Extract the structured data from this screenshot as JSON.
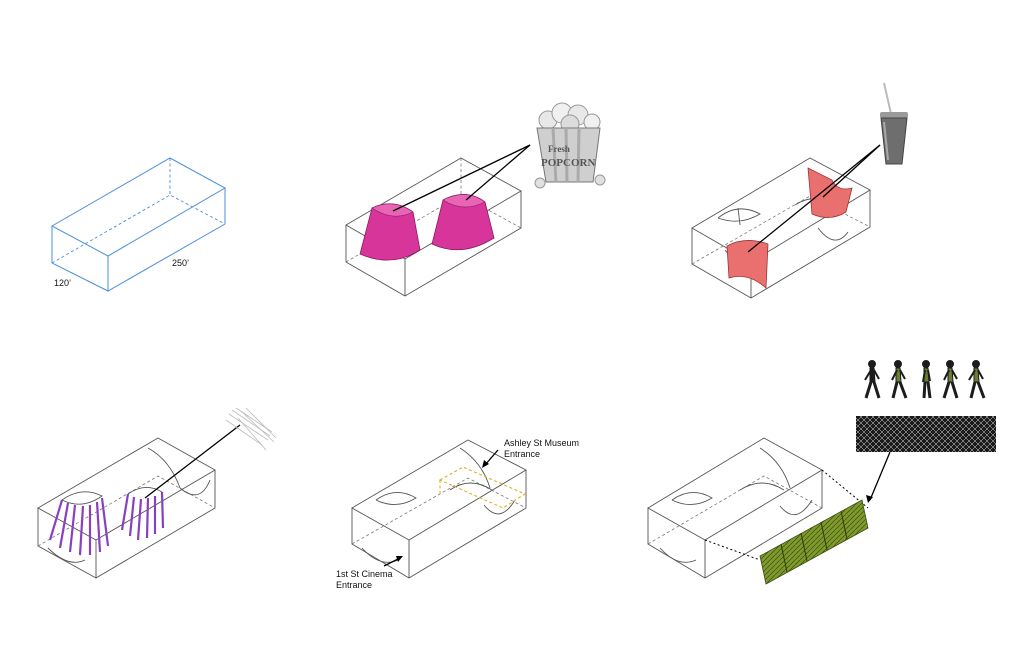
{
  "panel1": {
    "dim_width": "120’",
    "dim_length": "250’"
  },
  "panel5": {
    "label_museum_line1": "Ashley St Museum",
    "label_museum_line2": "Entrance",
    "label_cinema_line1": "1st St Cinema",
    "label_cinema_line2": "Entrance"
  },
  "icons": {
    "popcorn": "popcorn-bucket-icon",
    "popcorn_line1": "Fresh",
    "popcorn_line2": "POPCORN",
    "cup": "soda-cup-icon",
    "light": "light-rays-icon",
    "walkers": "walking-people-icon"
  },
  "colors": {
    "outline_blue": "#4a8fd8",
    "magenta": "#d8359b",
    "salmon": "#ea6f6f",
    "purple": "#8a3fc0",
    "yellow_dash": "#e0b020",
    "green_panel": "#7f9a2c"
  }
}
